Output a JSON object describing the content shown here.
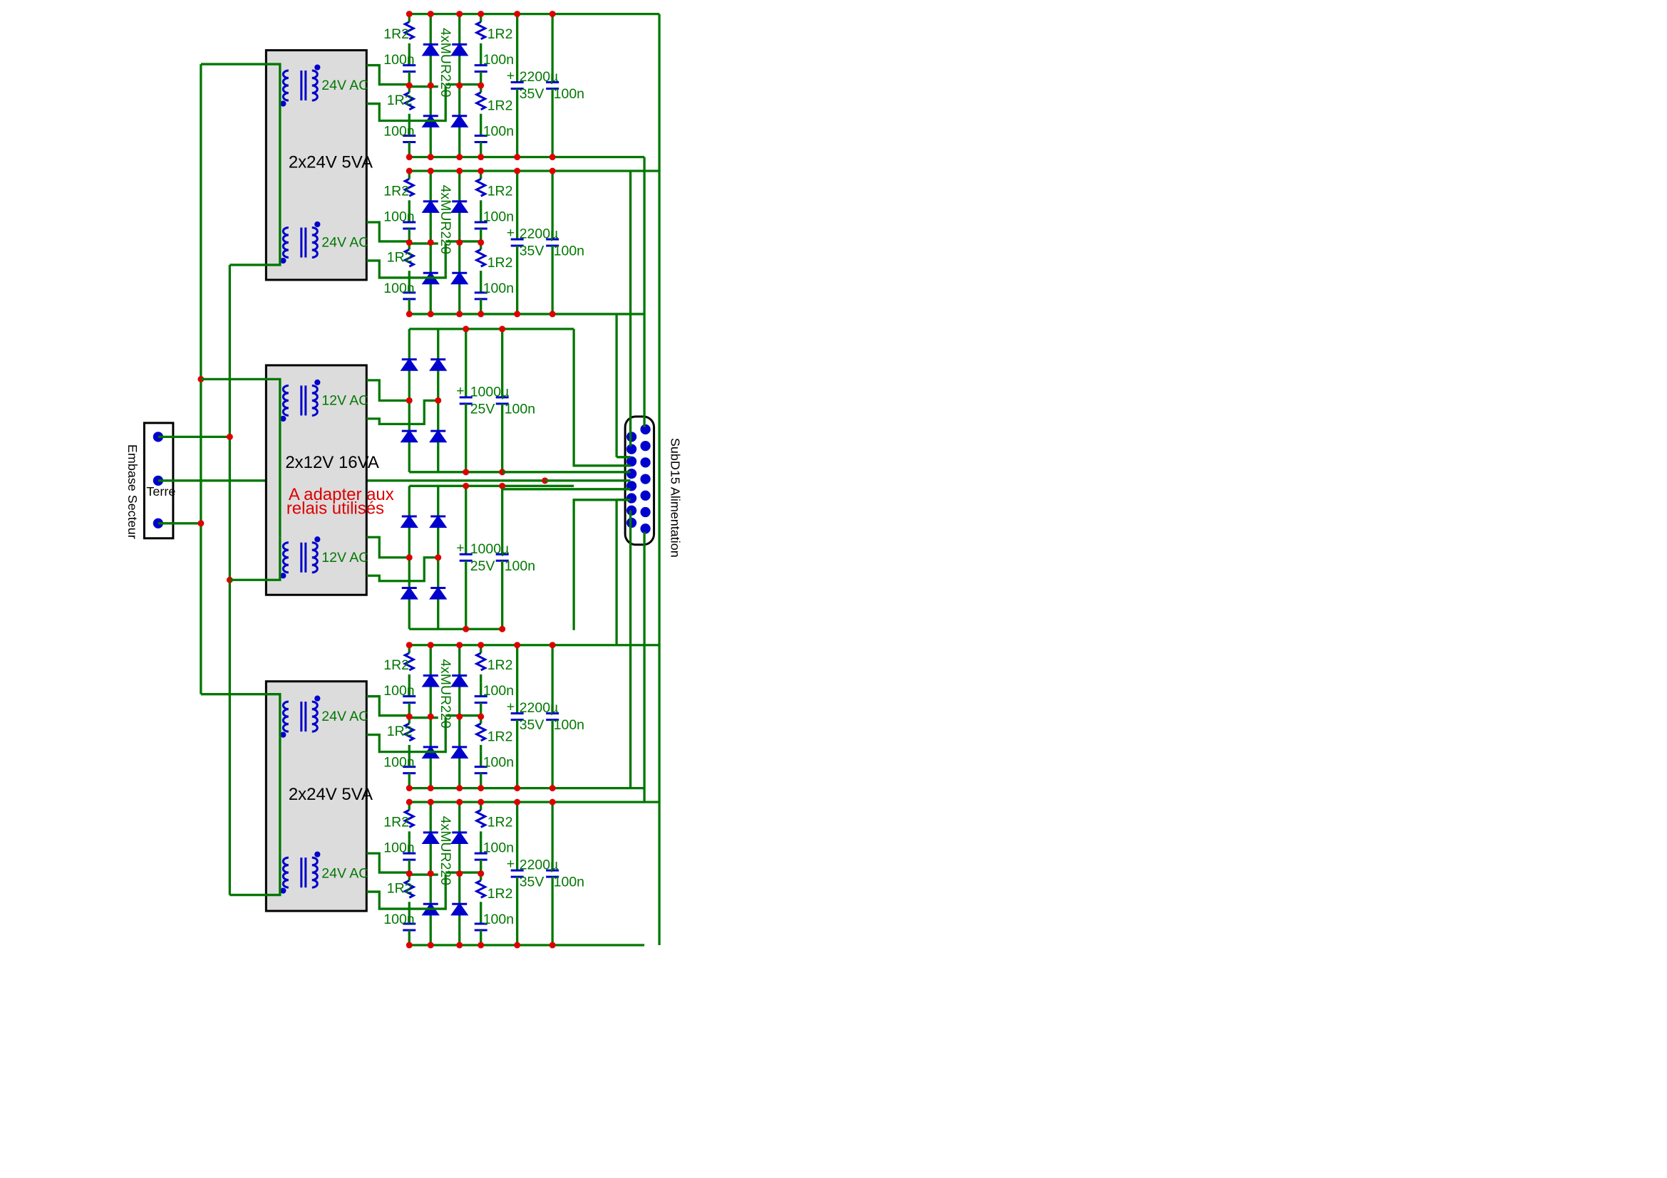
{
  "mains": {
    "label": "Embase Secteur",
    "earth_label": "Terre"
  },
  "transformers": [
    {
      "name": "2x24V 5VA",
      "secondary_top": "24V AC",
      "secondary_bottom": "24V AC"
    },
    {
      "name": "2x12V 16VA",
      "secondary_top": "12V AC",
      "secondary_bottom": "12V AC",
      "note_line1": "A adapter aux",
      "note_line2": "relais utilisés"
    },
    {
      "name": "2x24V 5VA",
      "secondary_top": "24V AC",
      "secondary_bottom": "24V AC"
    }
  ],
  "rectifier_24v": {
    "resistor": "1R2",
    "snubber_cap": "100n",
    "diodes": "4xMUR220",
    "bulk_cap": "2200µ",
    "bulk_voltage": "35V",
    "decoupling_cap": "100n"
  },
  "rectifier_12v": {
    "bulk_cap": "1000µ",
    "bulk_voltage": "25V",
    "decoupling_cap": "100n"
  },
  "connector": {
    "label": "SubD15 Alimentation"
  },
  "colors": {
    "wire": "#007700",
    "component": "#0000cc",
    "junction": "#dd0000",
    "transformer_fill": "#dcdcdc",
    "note": "#dd0000"
  }
}
